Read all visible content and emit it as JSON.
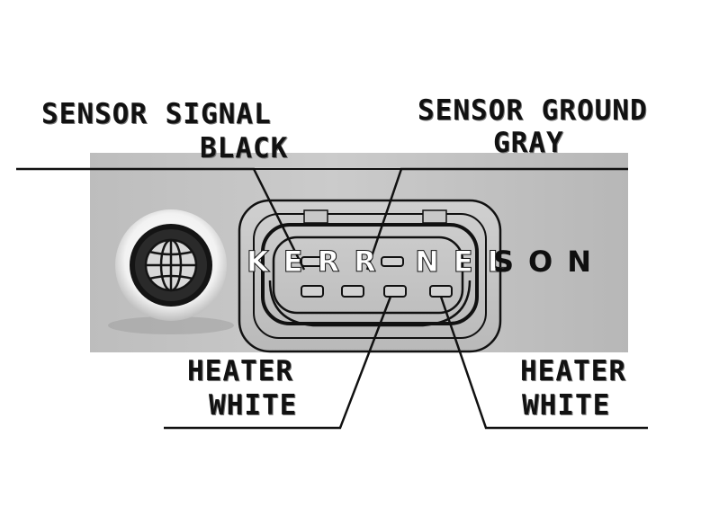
{
  "labels": {
    "sensor_signal": {
      "name": "SENSOR SIGNAL",
      "wire": "BLACK"
    },
    "sensor_ground": {
      "name": "SENSOR GROUND",
      "wire": "GRAY"
    },
    "heater_left": {
      "name": "HEATER",
      "wire": "WHITE"
    },
    "heater_right": {
      "name": "HEATER",
      "wire": "WHITE"
    }
  },
  "brand": {
    "left": "KERR NEL",
    "right": "SON"
  },
  "icons": {
    "logo": "globe-icon"
  },
  "colors": {
    "plate": "#c4c4c4",
    "ink": "#111111",
    "background": "#ffffff"
  }
}
